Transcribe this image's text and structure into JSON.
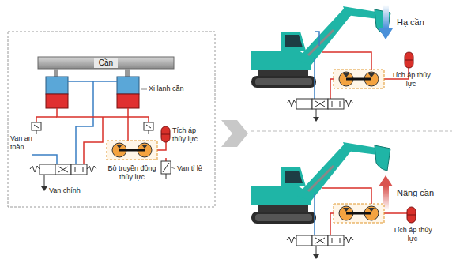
{
  "diagram": {
    "nodes": [
      {
        "text": [
          "Cần"
        ]
      }
    ],
    "labels": [
      "Xi lanh cần",
      "Van an toàn",
      "Bộ truyền động thủy lực",
      "Tích áp thủy lực",
      "Van tỉ lệ",
      "Van chính",
      "Hạ cần",
      "Tích áp thủy lực",
      "Nâng cần",
      "Tích áp thủy lực"
    ]
  }
}
